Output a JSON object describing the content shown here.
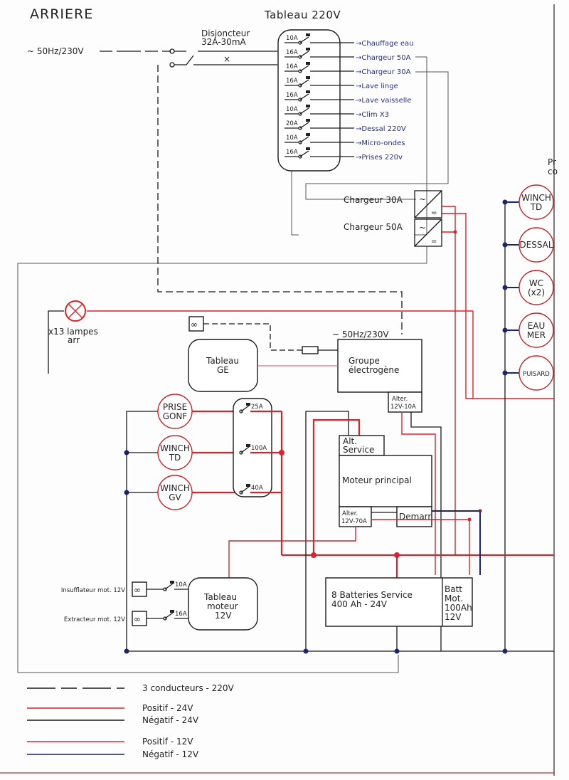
{
  "section_title": "ARRIERE",
  "main_panel": {
    "title": "Tableau 220V",
    "supply_label": "~ 50Hz/230V",
    "breaker_label_1": "Disjoncteur",
    "breaker_label_2": "32A-30mA",
    "circuits": [
      {
        "rating": "10A",
        "label": "Chauffage eau"
      },
      {
        "rating": "16A",
        "label": "Chargeur 50A"
      },
      {
        "rating": "16A",
        "label": "Chargeur 30A"
      },
      {
        "rating": "16A",
        "label": "Lave linge"
      },
      {
        "rating": "16A",
        "label": "Lave vaisselle"
      },
      {
        "rating": "10A",
        "label": "Clim X3"
      },
      {
        "rating": "20A",
        "label": "Dessal 220V"
      },
      {
        "rating": "10A",
        "label": "Micro-ondes"
      },
      {
        "rating": "16A",
        "label": "Prises 220v"
      }
    ]
  },
  "chargers": [
    "Chargeur 30A",
    "Chargeur 50A"
  ],
  "right_consumers": [
    {
      "line1": "WINCH",
      "line2": "TD"
    },
    {
      "line1": "DESSAL",
      "line2": ""
    },
    {
      "line1": "WC",
      "line2": "(x2)"
    },
    {
      "line1": "EAU",
      "line2": "MER"
    },
    {
      "line1": "PUISARD",
      "line2": ""
    }
  ],
  "right_cut_label_1": "Pr",
  "right_cut_label_2": "co",
  "lamps": {
    "line1": "x13 lampes",
    "line2": "arr"
  },
  "generator": {
    "supply_label": "~ 50Hz/230V",
    "name_1": "Groupe",
    "name_2": "électrogène",
    "alt_1": "Alter.",
    "alt_2": "12V-10A"
  },
  "ge_panel": {
    "line1": "Tableau",
    "line2": "GE"
  },
  "left_consumers": [
    {
      "line1": "PRISE",
      "line2": "GONF",
      "rating": "25A"
    },
    {
      "line1": "WINCH",
      "line2": "TD",
      "rating": "100A"
    },
    {
      "line1": "WINCH",
      "line2": "GV",
      "rating": "40A"
    }
  ],
  "engine": {
    "alt_service_1": "Alt.",
    "alt_service_2": "Service",
    "name": "Moteur principal",
    "alt_1": "Alter.",
    "alt_2": "12V-70A",
    "starter": "Demarr"
  },
  "engine_panel": {
    "line1": "Tableau",
    "line2": "moteur",
    "line3": "12V"
  },
  "fans": [
    {
      "label": "Insufflateur mot. 12V",
      "rating": "10A"
    },
    {
      "label": "Extracteur mot. 12V",
      "rating": "16A"
    }
  ],
  "batteries": {
    "service_1": "8 Batteries Service",
    "service_2": "400 Ah - 24V",
    "engine_1": "Batt",
    "engine_2": "Mot.",
    "engine_3": "100Ah",
    "engine_4": "12V"
  },
  "legend": [
    {
      "label": "3 conducteurs - 220V",
      "color": "#1a1a1a",
      "style": "dashed"
    },
    {
      "label": "Positif - 24V",
      "color": "#d8232a",
      "style": "solid"
    },
    {
      "label": "Négatif - 24V",
      "color": "#1a1a1a",
      "style": "solid"
    },
    {
      "label": "Positif - 12V",
      "color": "#d8232a",
      "style": "solid"
    },
    {
      "label": "Négatif - 12V",
      "color": "#1b2470",
      "style": "solid"
    }
  ]
}
